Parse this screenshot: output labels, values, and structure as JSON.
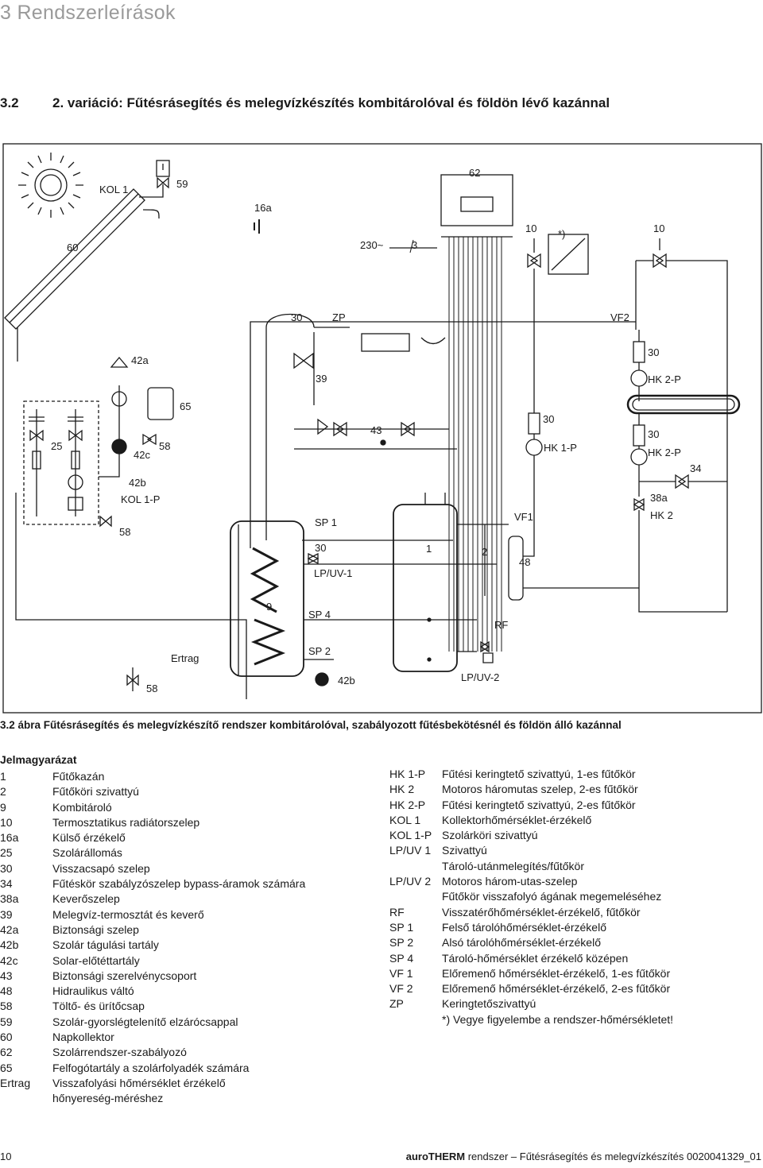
{
  "chapter": "3 Rendszerleírások",
  "section": {
    "number": "3.2",
    "title": "2. variáció: Fűtésrásegítés és melegvízkészítés kombitárolóval és földön lévő kazánnal"
  },
  "diagram": {
    "labels": {
      "kol1": "KOL 1",
      "n59": "59",
      "n62": "62",
      "n16a": "16a",
      "n60": "60",
      "v230": "230~",
      "n3": "3",
      "n10a": "10",
      "star": "*)",
      "n10b": "10",
      "n30zp": "30",
      "zp": "ZP",
      "vf2": "VF2",
      "n42a": "42a",
      "n39": "39",
      "n30hk2p": "30",
      "hk2p_top": "HK 2-P",
      "n65": "65",
      "n25": "25",
      "n58a": "58",
      "n42c": "42c",
      "n43": "43",
      "n30hk1p": "30",
      "hk1p": "HK 1-P",
      "n30hk2p2": "30",
      "hk2p_mid": "HK 2-P",
      "n34": "34",
      "n42b_top": "42b",
      "kol1p": "KOL 1-P",
      "n38a": "38a",
      "hk2": "HK 2",
      "n58b": "58",
      "sp1": "SP 1",
      "vf1": "VF1",
      "n30lp": "30",
      "lpuv1": "LP/UV-1",
      "n1": "1",
      "n2": "2",
      "n48": "48",
      "n9": "9",
      "sp4": "SP 4",
      "rf": "RF",
      "ertrag": "Ertrag",
      "sp2": "SP 2",
      "n58c": "58",
      "n42b_bot": "42b",
      "lpuv2": "LP/UV-2"
    }
  },
  "caption": "3.2 ábra Fűtésrásegítés és melegvízkészítő rendszer kombitárolóval, szabályozott fűtésbekötésnél és földön álló kazánnal",
  "legend_title": "Jelmagyarázat",
  "legend_left": [
    {
      "code": "1",
      "text": "Fűtőkazán"
    },
    {
      "code": "2",
      "text": "Fűtőköri szivattyú"
    },
    {
      "code": "9",
      "text": "Kombitároló"
    },
    {
      "code": "10",
      "text": "Termosztatikus radiátorszelep"
    },
    {
      "code": "16a",
      "text": "Külső érzékelő"
    },
    {
      "code": "25",
      "text": "Szolárállomás"
    },
    {
      "code": "30",
      "text": "Visszacsapó szelep"
    },
    {
      "code": "34",
      "text": "Fűtéskör szabályzószelep bypass-áramok számára"
    },
    {
      "code": "38a",
      "text": "Keverőszelep"
    },
    {
      "code": "39",
      "text": "Melegvíz-termosztát és keverő"
    },
    {
      "code": "42a",
      "text": "Biztonsági szelep"
    },
    {
      "code": "42b",
      "text": "Szolár tágulási tartály"
    },
    {
      "code": "42c",
      "text": "Solar-előtéttartály"
    },
    {
      "code": "43",
      "text": "Biztonsági szerelvénycsoport"
    },
    {
      "code": "48",
      "text": "Hidraulikus váltó"
    },
    {
      "code": "58",
      "text": "Töltő- és ürítőcsap"
    },
    {
      "code": "59",
      "text": "Szolár-gyorslégtelenítő elzárócsappal"
    },
    {
      "code": "60",
      "text": "Napkollektor"
    },
    {
      "code": "62",
      "text": "Szolárrendszer-szabályozó"
    },
    {
      "code": "65",
      "text": "Felfogótartály a szolárfolyadék számára"
    },
    {
      "code": "Ertrag",
      "text": "Visszafolyási hőmérséklet érzékelő"
    },
    {
      "code": "",
      "text": "hőnyereség-méréshez"
    }
  ],
  "legend_right": [
    {
      "code": "HK 1-P",
      "text": "Fűtési keringtető szivattyú, 1-es fűtőkör"
    },
    {
      "code": "HK 2",
      "text": "Motoros háromutas szelep, 2-es fűtőkör"
    },
    {
      "code": "HK 2-P",
      "text": "Fűtési keringtető szivattyú, 2-es fűtőkör"
    },
    {
      "code": "KOL 1",
      "text": "Kollektorhőmérséklet-érzékelő"
    },
    {
      "code": "KOL 1-P",
      "text": "Szolárköri szivattyú"
    },
    {
      "code": "LP/UV 1",
      "text": "Szivattyú"
    },
    {
      "code": "",
      "text": "Tároló-utánmelegítés/fűtőkör"
    },
    {
      "code": "LP/UV 2",
      "text": "Motoros három-utas-szelep"
    },
    {
      "code": "",
      "text": "Fűtőkör visszafolyó ágának megemeléséhez"
    },
    {
      "code": "RF",
      "text": "Visszatérőhőmérséklet-érzékelő, fűtőkör"
    },
    {
      "code": "SP 1",
      "text": "Felső tárolóhőmérséklet-érzékelő"
    },
    {
      "code": "SP 2",
      "text": "Alsó tárolóhőmérséklet-érzékelő"
    },
    {
      "code": "SP 4",
      "text": "Tároló-hőmérséklet érzékelő középen"
    },
    {
      "code": "VF 1",
      "text": "Előremenő hőmérséklet-érzékelő, 1-es fűtőkör"
    },
    {
      "code": "VF 2",
      "text": "Előremenő hőmérséklet-érzékelő, 2-es fűtőkör"
    },
    {
      "code": "ZP",
      "text": "Keringtetőszivattyú"
    },
    {
      "code": "",
      "text": "*) Vegye figyelembe a rendszer-hőmérsékletet!"
    }
  ],
  "footer": {
    "page": "10",
    "brand": "auroTHERM",
    "title": " rendszer – Fűtésrásegítés és melegvízkészítés 0020041329_01"
  }
}
